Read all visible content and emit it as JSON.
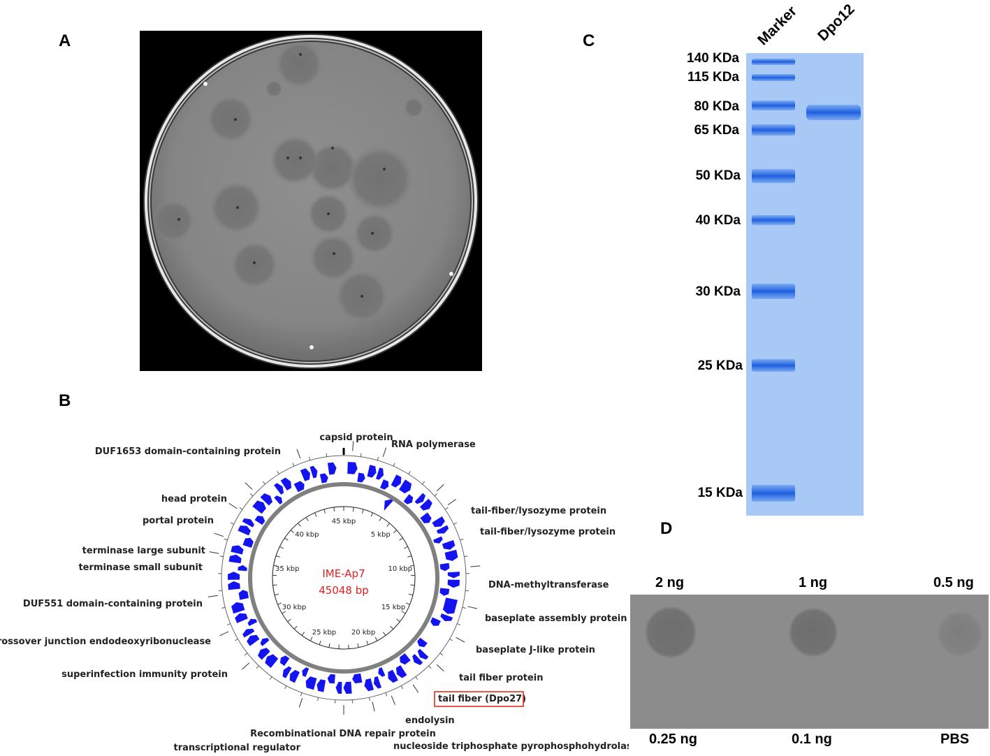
{
  "panels": {
    "a": "A",
    "b": "B",
    "c": "C",
    "d": "D"
  },
  "genome": {
    "name": "IME-Ap7",
    "length": "45048 bp",
    "ticks": [
      "45 kbp",
      "5 kbp",
      "10 kbp",
      "15 kbp",
      "20 kbp",
      "25 kbp",
      "30 kbp",
      "35 kbp",
      "40 kbp"
    ],
    "annotations": [
      "capsid protein",
      "RNA polymerase",
      "tail-fiber/lysozyme protein",
      "tail-fiber/lysozyme protein",
      "DNA-methyltransferase",
      "baseplate assembly protein",
      "baseplate J-like protein",
      "tail fiber protein",
      "tail fiber (Dpo27)",
      "endolysin",
      "nucleoside triphosphate pyrophosphohydrolase",
      "Recombinational DNA repair protein",
      "transcriptional regulator",
      "superinfection immunity protein",
      "Crossover junction endodeoxyribonuclease",
      "DUF551 domain-containing protein",
      "terminase small subunit",
      "terminase large subunit",
      "portal protein",
      "head protein",
      "DUF1653 domain-containing protein"
    ],
    "colors": {
      "gene": "#1414f0",
      "ring": "#808080",
      "title": "#e02020",
      "highlight": "#e03020"
    }
  },
  "gel": {
    "lanes": [
      "Marker",
      "Dpo12"
    ],
    "markers": [
      "140 KDa",
      "115 KDa",
      "80 KDa",
      "65 KDa",
      "50 KDa",
      "40 KDa",
      "30 KDa",
      "25 KDa",
      "15 KDa"
    ],
    "colors": {
      "background": "#a8c8f5",
      "band": "#2a6fe8"
    }
  },
  "spot_assay": {
    "top": [
      "2 ng",
      "1 ng",
      "0.5 ng"
    ],
    "bottom": [
      "0.25 ng",
      "0.1 ng",
      "PBS"
    ]
  }
}
